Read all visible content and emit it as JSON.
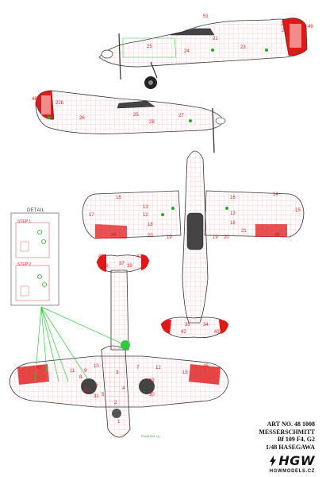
{
  "detail": {
    "title": "DETAIL",
    "step1": "STEP 1",
    "step2": "STEP 2"
  },
  "info": {
    "art_no": "ART NO.  48 1008",
    "line1": "MESSERSCHMITT",
    "line2": "Bf 109 F4, G2",
    "line3": "1/48 HASEGAWA"
  },
  "brand": {
    "name": "HGW",
    "url": "HGWMODELS.CZ"
  },
  "caption_small": "Panel line (1)",
  "colors": {
    "outline": "#333333",
    "panel": "#e05a5a",
    "accent": "#e01818",
    "guide": "#2ecc40",
    "cockpit": "#444444"
  },
  "part_numbers": {
    "side_top": [
      "51",
      "49",
      "22",
      "22a",
      "24",
      "25",
      "23",
      "21"
    ],
    "side_bottom": [
      "48",
      "22b",
      "26",
      "27",
      "28",
      "25"
    ],
    "top_wing": [
      "16",
      "13",
      "12",
      "18",
      "17",
      "14",
      "15",
      "16",
      "18",
      "13",
      "44",
      "20",
      "19",
      "21",
      "46",
      "19",
      "20"
    ],
    "top_tail": [
      "40",
      "41",
      "38",
      "37",
      "39",
      "35",
      "34",
      "42",
      "43"
    ],
    "bottom_wing": [
      "47",
      "10",
      "11",
      "8",
      "9",
      "6",
      "5",
      "3",
      "4",
      "1",
      "2",
      "7",
      "12",
      "15",
      "45",
      "33",
      "30",
      "31",
      "32",
      "39"
    ]
  }
}
